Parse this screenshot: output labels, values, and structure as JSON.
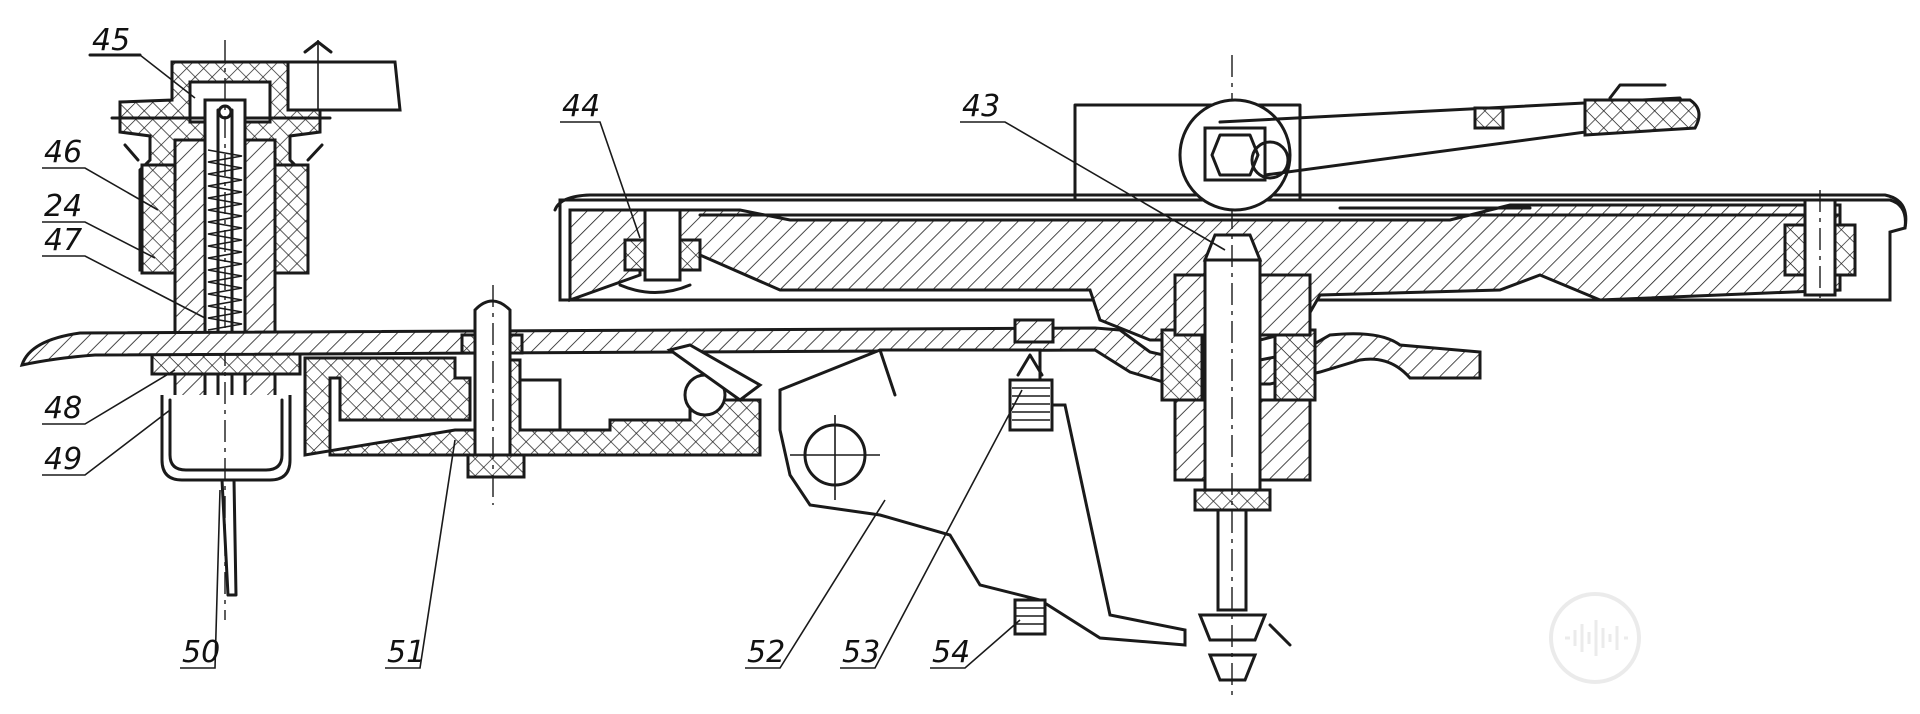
{
  "labels": {
    "l43": "43",
    "l44": "44",
    "l45": "45",
    "l46": "46",
    "l24": "24",
    "l47": "47",
    "l48": "48",
    "l49": "49",
    "l50": "50",
    "l51": "51",
    "l52": "52",
    "l53": "53",
    "l54": "54"
  },
  "colors": {
    "ink": "#1a1a1a",
    "paper": "#ffffff",
    "watermark": "#e6e6e6"
  },
  "icons": {
    "watermark": "sound-wave-badge-icon"
  }
}
